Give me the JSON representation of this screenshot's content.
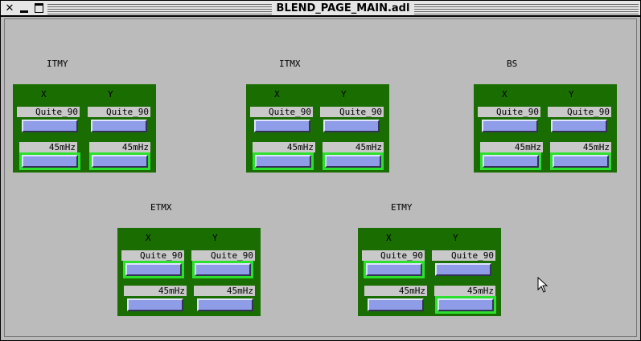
{
  "window": {
    "title": "BLEND_PAGE_MAIN.adl"
  },
  "groups": [
    {
      "name": "ITMY",
      "x_label": "X",
      "y_label": "Y",
      "x_filter": "Quite_90",
      "y_filter": "Quite_90",
      "x_freq": "45mHz",
      "y_freq": "45mHz"
    },
    {
      "name": "ITMX",
      "x_label": "X",
      "y_label": "Y",
      "x_filter": "Quite_90",
      "y_filter": "Quite_90",
      "x_freq": "45mHz",
      "y_freq": "45mHz"
    },
    {
      "name": "BS",
      "x_label": "X",
      "y_label": "Y",
      "x_filter": "Quite_90",
      "y_filter": "Quite_90",
      "x_freq": "45mHz",
      "y_freq": "45mHz"
    },
    {
      "name": "ETMX",
      "x_label": "X",
      "y_label": "Y",
      "x_filter": "Quite_90",
      "y_filter": "Quite_90",
      "x_freq": "45mHz",
      "y_freq": "45mHz"
    },
    {
      "name": "ETMY",
      "x_label": "X",
      "y_label": "Y",
      "x_filter": "Quite_90",
      "y_filter": "Quite_90",
      "x_freq": "45mHz",
      "y_freq": "45mHz"
    }
  ],
  "colors": {
    "panel": "#1a6d00",
    "highlight": "#2ee02e",
    "button": "#8f9ce8",
    "background": "#bbbbbb"
  },
  "icons": {
    "close": "close-icon",
    "minimize": "minimize-icon",
    "maximize": "maximize-icon",
    "pointer": "mouse-pointer-icon"
  }
}
